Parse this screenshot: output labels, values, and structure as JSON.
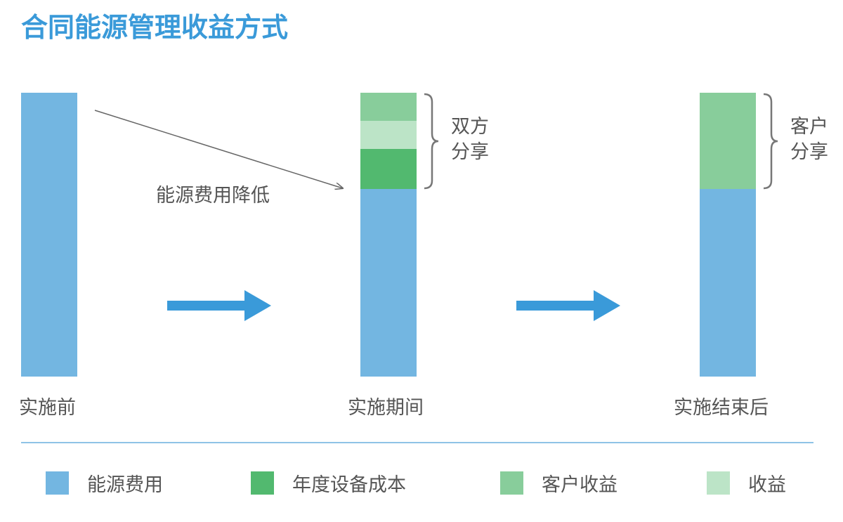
{
  "title": "合同能源管理收益方式",
  "colors": {
    "energy": "#73b6e1",
    "equipment": "#52b96f",
    "customer": "#88cd9b",
    "revenue": "#bce4c7",
    "arrow": "#3a9ad9",
    "title": "#3a9ad9"
  },
  "stages": [
    {
      "label": "实施前"
    },
    {
      "label": "实施期间"
    },
    {
      "label": "实施结束后"
    }
  ],
  "annotation": "能源费用降低",
  "brace_labels": {
    "during": [
      "双方",
      "分享"
    ],
    "after": [
      "客户",
      "分享"
    ]
  },
  "legend": [
    {
      "label": "能源费用",
      "color": "#73b6e1"
    },
    {
      "label": "年度设备成本",
      "color": "#52b96f"
    },
    {
      "label": "客户收益",
      "color": "#88cd9b"
    },
    {
      "label": "收益",
      "color": "#bce4c7"
    }
  ]
}
